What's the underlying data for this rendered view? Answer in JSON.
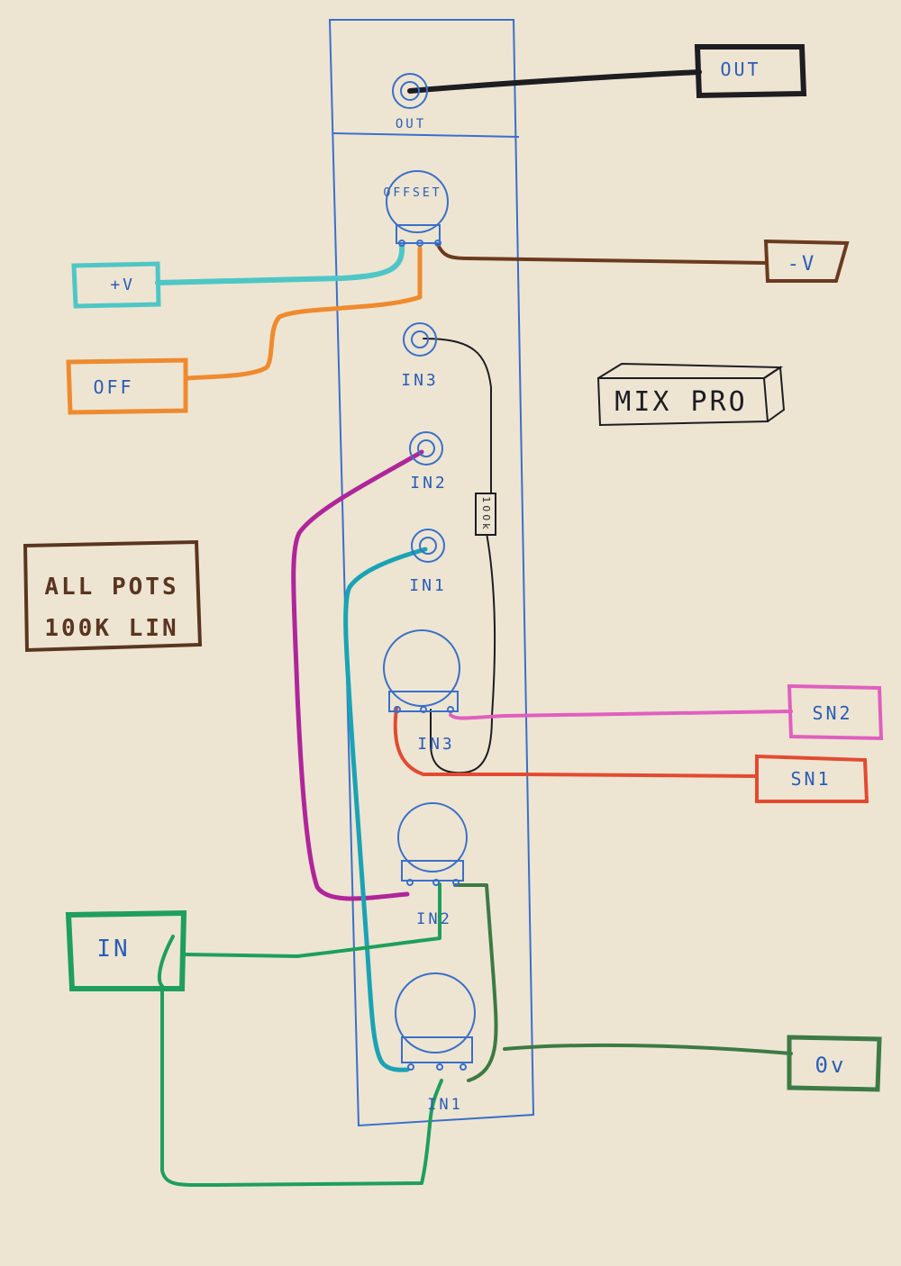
{
  "title": "MIX PRO",
  "note_lines": [
    "ALL POTS",
    "100K LIN"
  ],
  "panel_labels": {
    "out_jack": "OUT",
    "offset_pot": "OFFSET",
    "in3_jack": "IN3",
    "in2_jack": "IN2",
    "in1_jack": "IN1",
    "in3_pot": "IN3",
    "in2_pot": "IN2",
    "in1_pot": "IN1",
    "resistor": "100k"
  },
  "terminals": {
    "out": "OUT",
    "neg_v": "-V",
    "pos_v": "+V",
    "off": "OFF",
    "sn2": "SN2",
    "sn1": "SN1",
    "in": "IN",
    "zero_v": "0v"
  },
  "colors": {
    "paper": "#ede5d2",
    "panel": "#3a6fc9",
    "black": "#1d1d22",
    "brown": "#6b3a1f",
    "cyan": "#4fc6c6",
    "orange": "#ef8a2e",
    "magenta": "#b0259a",
    "teal": "#1aa3b4",
    "pink": "#e05fbf",
    "red": "#e34a32",
    "green": "#1e9f5c",
    "darkgreen": "#3d7a45"
  }
}
